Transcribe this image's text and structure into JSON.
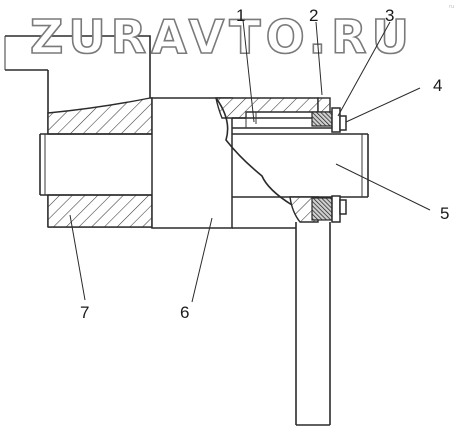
{
  "watermark": "ZURAVTO.RU",
  "corner_mark": "ru",
  "callouts": [
    {
      "id": "1",
      "label": "1"
    },
    {
      "id": "2",
      "label": "2"
    },
    {
      "id": "3",
      "label": "3"
    },
    {
      "id": "4",
      "label": "4"
    },
    {
      "id": "5",
      "label": "5"
    },
    {
      "id": "6",
      "label": "6"
    },
    {
      "id": "7",
      "label": "7"
    }
  ]
}
